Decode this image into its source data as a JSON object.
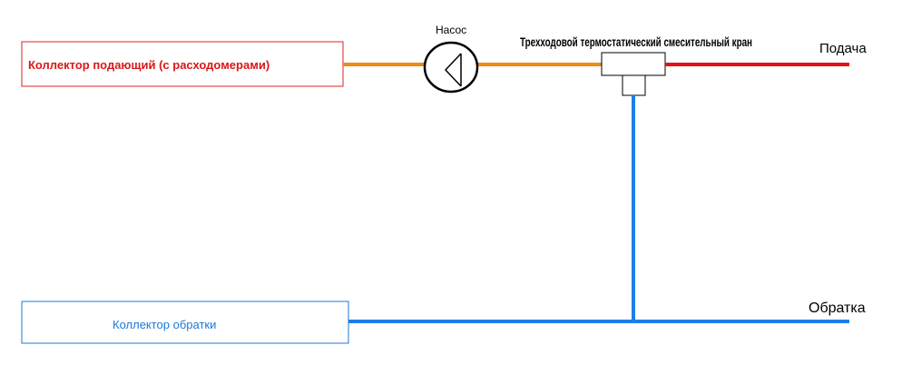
{
  "supply_collector": {
    "label": "Коллектор подающий (с расходомерами)",
    "color": "#e02020"
  },
  "return_collector": {
    "label": "Коллектор обратки",
    "color": "#1a7ad8"
  },
  "pump": {
    "label": "Насос"
  },
  "valve": {
    "label": "Трехходовой термостатический смесительный кран"
  },
  "supply_line": {
    "label": "Подача",
    "color": "#e81010"
  },
  "return_line": {
    "label": "Обратка",
    "color": "#1a80e8"
  },
  "mixed_line": {
    "color": "#f08a10"
  }
}
